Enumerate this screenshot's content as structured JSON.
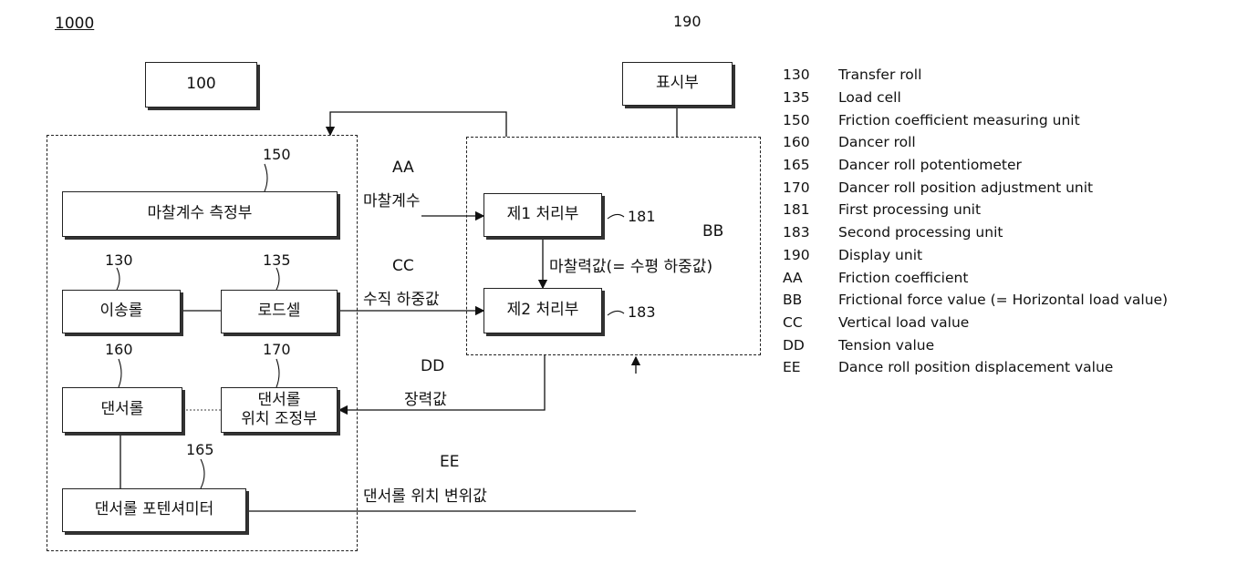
{
  "figure_id": "1000",
  "blocks": {
    "b100": "100",
    "b190": "표시부",
    "b150": "마찰계수 측정부",
    "b130": "이송롤",
    "b135": "로드셀",
    "b160": "댄서롤",
    "b170_line1": "댄서롤",
    "b170_line2": "위치 조정부",
    "b165": "댄서롤 포텐셔미터",
    "b181": "제1 처리부",
    "b183": "제2 처리부"
  },
  "refs": {
    "r190": "190",
    "r150": "150",
    "r130": "130",
    "r135": "135",
    "r160": "160",
    "r170": "170",
    "r165": "165",
    "r181": "181",
    "r183": "183"
  },
  "signals": {
    "aa_tag": "AA",
    "aa_text": "마찰계수",
    "bb_tag": "BB",
    "bb_text": "마찰력값(= 수평 하중값)",
    "cc_tag": "CC",
    "cc_text": "수직 하중값",
    "dd_tag": "DD",
    "dd_text": "장력값",
    "ee_tag": "EE",
    "ee_text": "댄서롤 위치 변위값"
  },
  "legend": [
    {
      "key": "130",
      "value": "Transfer roll"
    },
    {
      "key": "135",
      "value": "Load cell"
    },
    {
      "key": "150",
      "value": "Friction coefficient measuring unit"
    },
    {
      "key": "160",
      "value": "Dancer roll"
    },
    {
      "key": "165",
      "value": "Dancer roll potentiometer"
    },
    {
      "key": "170",
      "value": "Dancer roll position adjustment unit"
    },
    {
      "key": "181",
      "value": "First processing unit"
    },
    {
      "key": "183",
      "value": "Second processing unit"
    },
    {
      "key": "190",
      "value": "Display unit"
    },
    {
      "key": "AA",
      "value": "Friction coefficient"
    },
    {
      "key": "BB",
      "value": "Frictional force value (= Horizontal load value)"
    },
    {
      "key": "CC",
      "value": "Vertical load value"
    },
    {
      "key": "DD",
      "value": "Tension value"
    },
    {
      "key": "EE",
      "value": "Dance roll position displacement value"
    }
  ]
}
